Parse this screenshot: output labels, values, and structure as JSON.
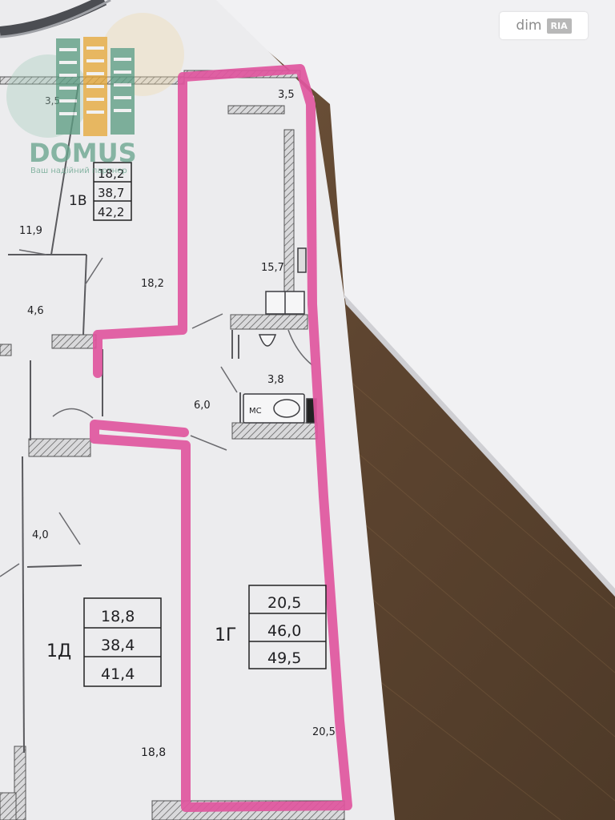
{
  "watermark": {
    "brand": "DOMUS",
    "tagline": "Ваш надійний партнер",
    "brand_color": "#6aa58e"
  },
  "badge": {
    "left": "dim",
    "right": "RIA"
  },
  "marker_color": "#e0569e",
  "plan": {
    "unit_1v": {
      "code": "1В",
      "areas": [
        "18,2",
        "38,7",
        "42,2"
      ]
    },
    "unit_1d": {
      "code": "1Д",
      "areas": [
        "18,8",
        "38,4",
        "41,4"
      ]
    },
    "unit_1g": {
      "code": "1Г",
      "areas": [
        "20,5",
        "46,0",
        "49,5"
      ]
    },
    "rooms": {
      "r_3_5_left": "3,5",
      "r_3_5_right": "3,5",
      "r_11_9": "11,9",
      "r_4_6": "4,6",
      "r_18_2": "18,2",
      "r_15_7": "15,7",
      "r_3_8": "3,8",
      "r_6_0": "6,0",
      "r_4_0": "4,0",
      "r_18_8": "18,8",
      "r_20_5": "20,5"
    },
    "bath_label": "МС"
  }
}
